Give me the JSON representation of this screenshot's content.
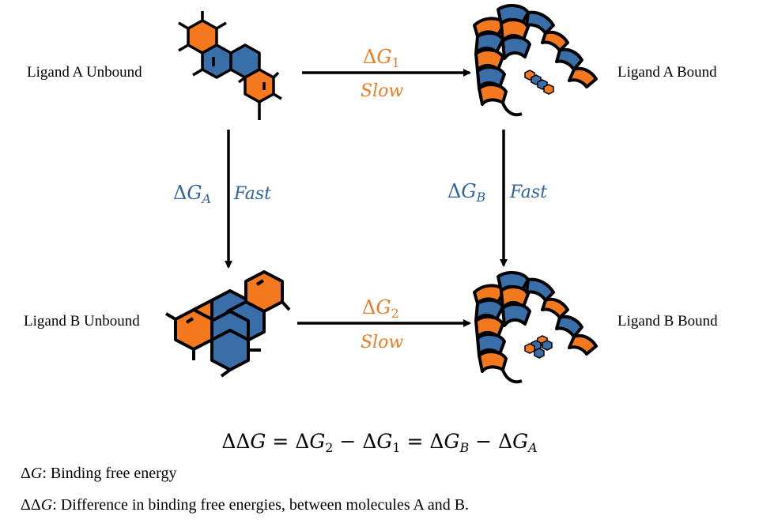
{
  "labels": {
    "ligand_a_unbound": "Ligand A Unbound",
    "ligand_a_bound": "Ligand A Bound",
    "ligand_b_unbound": "Ligand B Unbound",
    "ligand_b_bound": "Ligand B Bound"
  },
  "arrows": {
    "top": {
      "delta": "Δ",
      "symbol": "G",
      "sub": "1",
      "speed": "Slow"
    },
    "bottom": {
      "delta": "Δ",
      "symbol": "G",
      "sub": "2",
      "speed": "Slow"
    },
    "left": {
      "delta": "Δ",
      "symbol": "G",
      "sub": "A",
      "speed": "Fast"
    },
    "right": {
      "delta": "Δ",
      "symbol": "G",
      "sub": "B",
      "speed": "Fast"
    }
  },
  "equation": {
    "lhs_delta": "ΔΔ",
    "lhs_symbol": "G",
    "eq1": " = ",
    "t1_delta": "Δ",
    "t1_symbol": "G",
    "t1_sub": "2",
    "minus1": " − ",
    "t2_delta": "Δ",
    "t2_symbol": "G",
    "t2_sub": "1",
    "eq2": " = ",
    "t3_delta": "Δ",
    "t3_symbol": "G",
    "t3_sub": "B",
    "minus2": " − ",
    "t4_delta": "Δ",
    "t4_symbol": "G",
    "t4_sub": "A"
  },
  "legend": {
    "line1_delta": "Δ",
    "line1_symbol": "G",
    "line1_text": ":  Binding free energy",
    "line2_delta": "ΔΔ",
    "line2_symbol": "G",
    "line2_text": ": Difference in binding free energies, between molecules A and B."
  },
  "colors": {
    "blue": "#3a6ea8",
    "orange": "#f4781e",
    "outline": "#000000",
    "arrow": "#000000",
    "fast_text": "#2d62a3",
    "slow_text": "#f07a22"
  },
  "icons": {
    "ligand_a": "molecule-a-icon",
    "ligand_b": "molecule-b-icon",
    "protein": "protein-helix-icon"
  }
}
